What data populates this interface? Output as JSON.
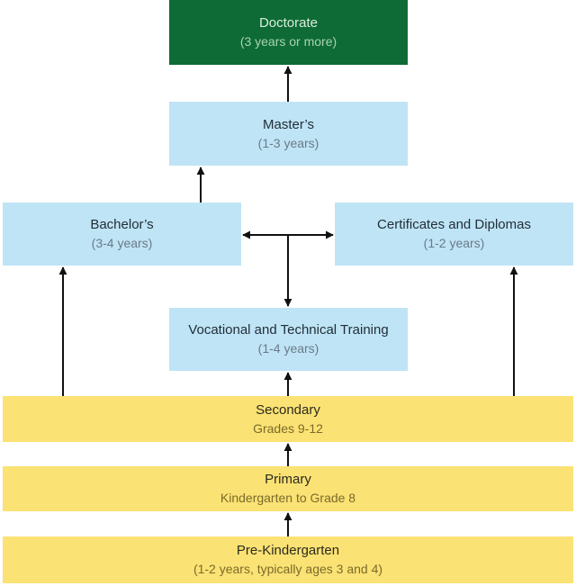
{
  "diagram": {
    "type": "education-pathway-flowchart",
    "colors": {
      "doctorate": "#0e6b35",
      "higher_education": "#bfe4f6",
      "k12": "#fbe274",
      "arrow": "#111111"
    },
    "nodes": {
      "doctorate": {
        "title": "Doctorate",
        "subtitle": "(3 years or more)"
      },
      "masters": {
        "title": "Master’s",
        "subtitle": "(1-3 years)"
      },
      "bachelors": {
        "title": "Bachelor’s",
        "subtitle": "(3-4 years)"
      },
      "certificates": {
        "title": "Certificates and Diplomas",
        "subtitle": "(1-2 years)"
      },
      "vocational": {
        "title": "Vocational and Technical Training",
        "subtitle": "(1-4 years)"
      },
      "secondary": {
        "title": "Secondary",
        "subtitle": "Grades 9-12"
      },
      "primary": {
        "title": "Primary",
        "subtitle": "Kindergarten to Grade 8"
      },
      "prek": {
        "title": "Pre-Kindergarten",
        "subtitle": "(1-2 years, typically ages 3 and 4)"
      }
    },
    "edges": [
      {
        "from": "prek",
        "to": "primary"
      },
      {
        "from": "primary",
        "to": "secondary"
      },
      {
        "from": "secondary",
        "to": "vocational"
      },
      {
        "from": "secondary",
        "to": "bachelors"
      },
      {
        "from": "secondary",
        "to": "certificates"
      },
      {
        "from": "vocational",
        "to": "bachelors",
        "bidirectional": true
      },
      {
        "from": "vocational",
        "to": "certificates",
        "bidirectional": true
      },
      {
        "from": "bachelors",
        "to": "masters"
      },
      {
        "from": "masters",
        "to": "doctorate"
      }
    ]
  }
}
